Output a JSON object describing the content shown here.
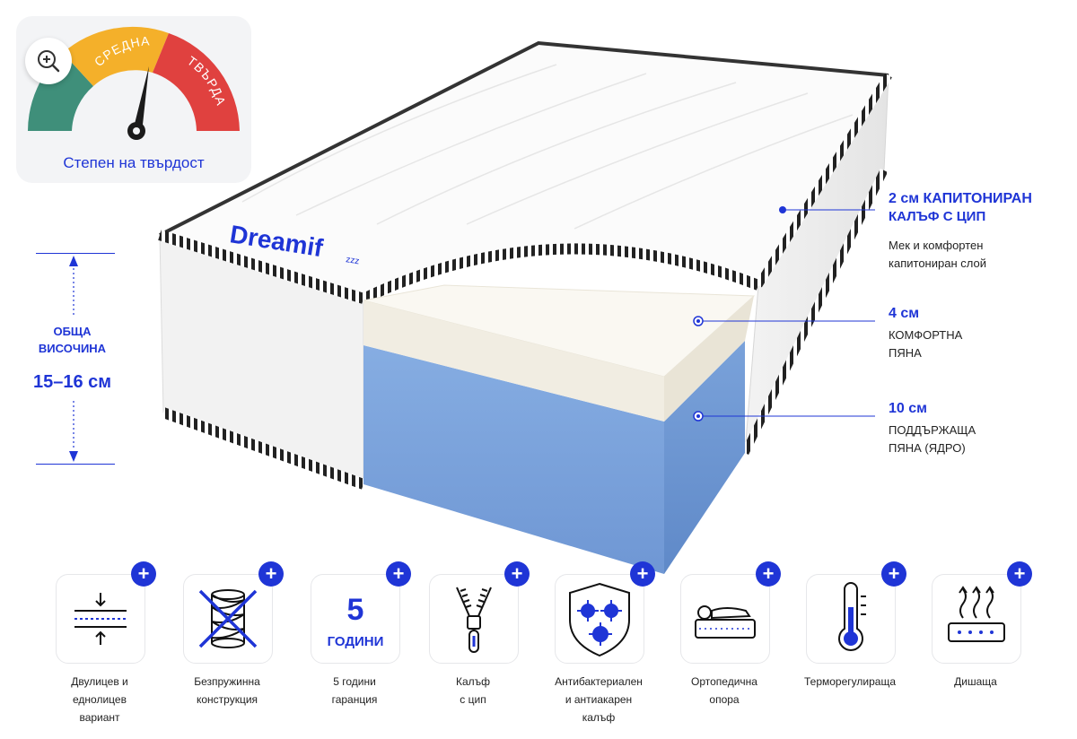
{
  "firmness": {
    "label": "Степен на твърдост",
    "segment_labels": [
      "СРЕДНА",
      "ТВЪРДА"
    ],
    "colors": [
      "#3f8f7a",
      "#f4b02a",
      "#e0413f"
    ],
    "icon": "zoom-in-icon"
  },
  "height": {
    "label_line1": "ОБЩА",
    "label_line2": "ВИСОЧИНА",
    "value": "15–16 см"
  },
  "brand": {
    "name": "Dreamif",
    "mark": "zzz"
  },
  "layers": [
    {
      "title_line1": "2 см КАПИТОНИРАН",
      "title_line2": "КАЛЪФ С ЦИП",
      "desc_line1": "Мек и комфортен",
      "desc_line2": "капитониран слой"
    },
    {
      "title_line1": "4 см",
      "title_line2": "КОМФОРТНА",
      "title_line3": "ПЯНА"
    },
    {
      "title_line1": "10 см",
      "title_line2": "ПОДДЪРЖАЩА",
      "title_line3": "ПЯНА (ЯДРО)"
    }
  ],
  "features": [
    {
      "line1": "Двулицев и",
      "line2": "еднолицев",
      "line3": "вариант",
      "icon": "double-sided-icon"
    },
    {
      "line1": "Безпружинна",
      "line2": "конструкция",
      "icon": "no-springs-icon"
    },
    {
      "line1": "5 години",
      "line2": "гаранция",
      "icon": "warranty-icon",
      "badge_number": "5",
      "badge_text": "ГОДИНИ"
    },
    {
      "line1": "Калъф",
      "line2": "с цип",
      "icon": "zipper-icon"
    },
    {
      "line1": "Антибактериален",
      "line2": "и антиакарен",
      "line3": "калъф",
      "icon": "antibacterial-icon"
    },
    {
      "line1": "Ортопедична",
      "line2": "опора",
      "icon": "orthopedic-icon"
    },
    {
      "line1": "Терморегулираща",
      "icon": "thermometer-icon"
    },
    {
      "line1": "Дишаща",
      "icon": "breathable-icon"
    }
  ],
  "accent": "#1f35d6",
  "foam_color": "#7aa4dc"
}
